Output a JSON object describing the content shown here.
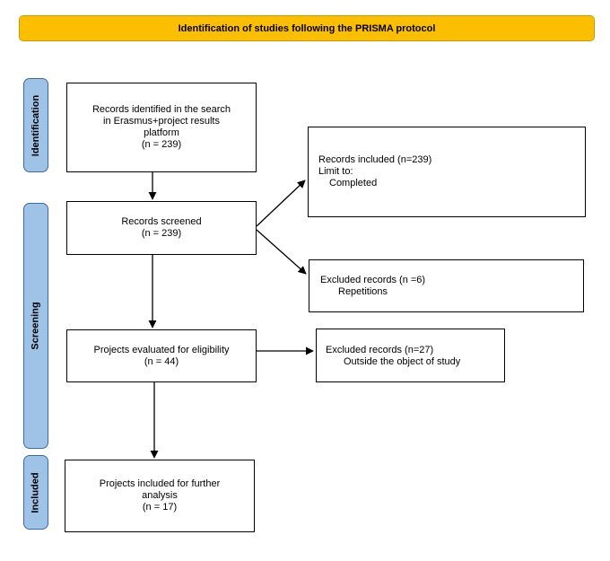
{
  "banner": {
    "title": "Identification of studies following the PRISMA protocol"
  },
  "phases": {
    "identification": "Identification",
    "screening": "Screening",
    "included": "Included"
  },
  "boxes": {
    "records_identified": {
      "lines": [
        "Records identified in the search",
        "in Erasmus+project results",
        "platform",
        "(n = 239)"
      ]
    },
    "records_included": {
      "lines": [
        "Records included (n=239)",
        "Limit to:",
        "Completed"
      ]
    },
    "records_screened": {
      "lines": [
        "Records screened",
        "(n = 239)"
      ]
    },
    "excluded_repetitions": {
      "lines": [
        "Excluded records (n =6)",
        "Repetitions"
      ]
    },
    "projects_evaluated": {
      "lines": [
        "Projects evaluated for eligibility",
        "(n = 44)"
      ]
    },
    "excluded_outside": {
      "lines": [
        "Excluded records (n=27)",
        "Outside the object of study"
      ]
    },
    "projects_included": {
      "lines": [
        "Projects included for further",
        "analysis",
        "(n = 17)"
      ]
    }
  }
}
